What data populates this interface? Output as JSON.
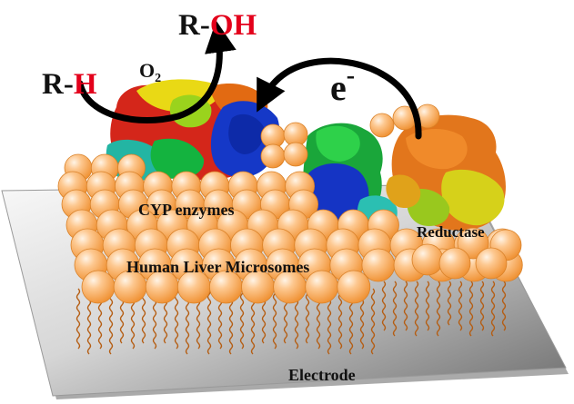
{
  "labels": {
    "reactant_r": "R-",
    "reactant_h": "H",
    "product_r": "R-",
    "product_oh": "OH",
    "oxygen": "O",
    "oxygen_subscript": "2",
    "electron": "e",
    "electron_charge": "-",
    "cyp": "CYP enzymes",
    "reductase": "Reductase",
    "microsomes": "Human Liver Microsomes",
    "electrode": "Electrode"
  },
  "colors": {
    "hydrogen": "#e3001b",
    "hydroxyl": "#e3001b",
    "text": "#111111",
    "lipid_bead": "#f7a04a",
    "lipid_tail": "#b55d12",
    "electrode_light": "#f5f5f5",
    "electrode_dark": "#7a7a7a"
  },
  "icons": {
    "reaction_arrow": "curved-arrow-icon",
    "electron_arrow": "curved-arrow-icon"
  }
}
